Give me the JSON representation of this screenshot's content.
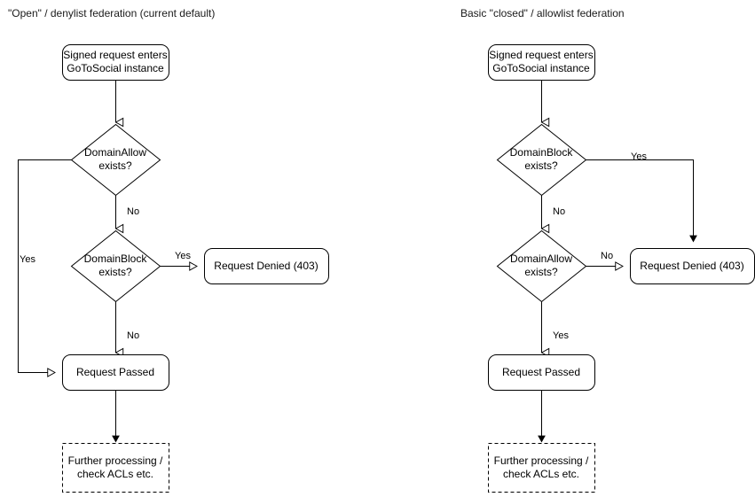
{
  "diagrams": [
    {
      "id": "open-denylist",
      "title": "\"Open\" / denylist federation (current default)",
      "nodes": {
        "start": "Signed request enters\nGoToSocial instance",
        "decision1": "DomainAllow\nexists?",
        "decision2": "DomainBlock\nexists?",
        "denied": "Request Denied (403)",
        "passed": "Request Passed",
        "further": "Further processing /\ncheck ACLs etc."
      },
      "edges": {
        "allow_yes": "Yes",
        "allow_no": "No",
        "block_yes": "Yes",
        "block_no": "No"
      }
    },
    {
      "id": "closed-allowlist",
      "title": "Basic \"closed\" / allowlist federation",
      "nodes": {
        "start": "Signed request enters\nGoToSocial instance",
        "decision1": "DomainBlock\nexists?",
        "decision2": "DomainAllow\nexists?",
        "denied": "Request Denied (403)",
        "passed": "Request Passed",
        "further": "Further processing /\ncheck ACLs etc."
      },
      "edges": {
        "block_yes": "Yes",
        "block_no": "No",
        "allow_no": "No",
        "allow_yes": "Yes"
      }
    }
  ],
  "style": {
    "stroke": "#000000",
    "fill": "#ffffff",
    "text": "#000000",
    "title_text": "#1a1a1a",
    "background": "#ffffff"
  }
}
